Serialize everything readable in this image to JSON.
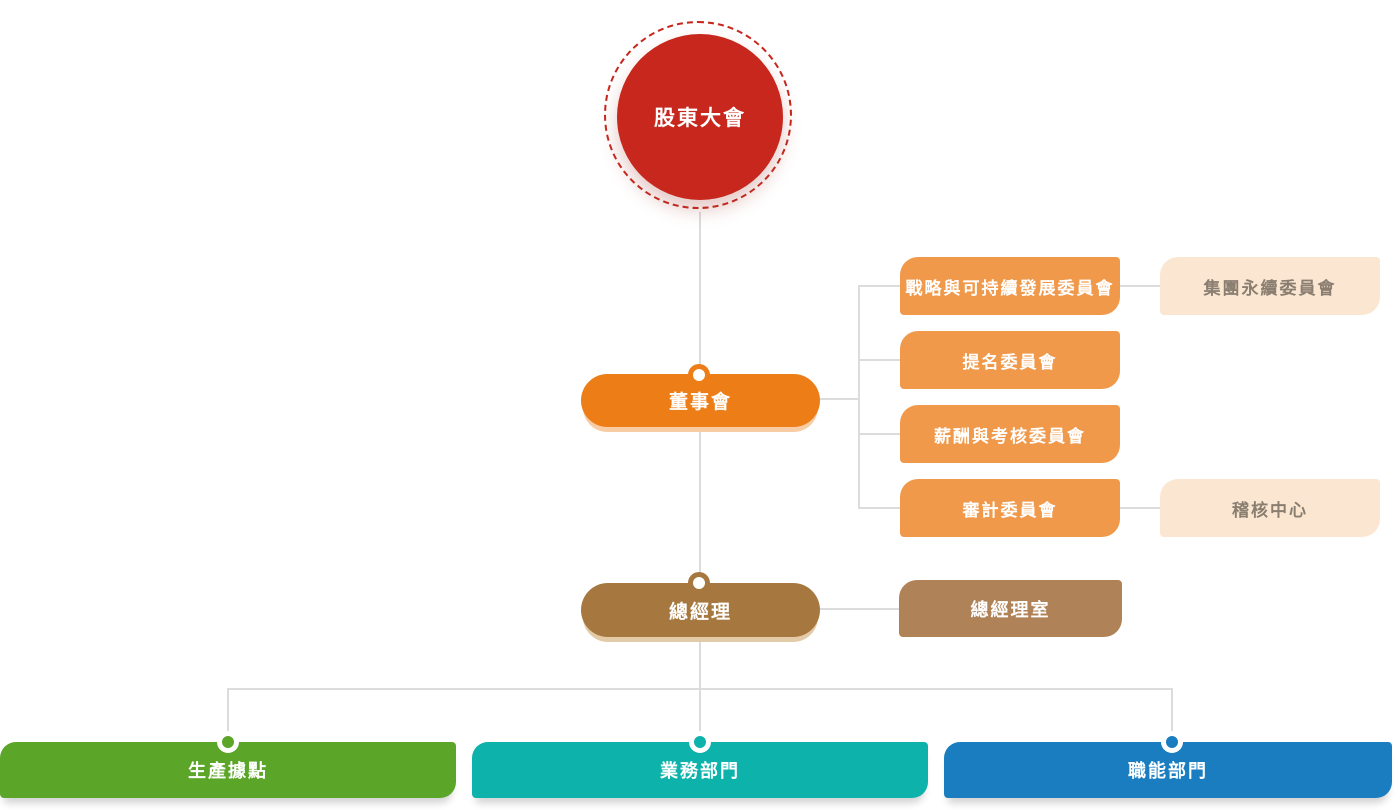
{
  "org": {
    "shareholders": "股東大會",
    "board": "董事會",
    "committees": [
      "戰略與可持續發展委員會",
      "提名委員會",
      "薪酬與考核委員會",
      "審計委員會"
    ],
    "board_sub_units": [
      "集團永續委員會",
      "稽核中心"
    ],
    "general_manager": "總經理",
    "gm_office": "總經理室",
    "departments": [
      "生產據點",
      "業務部門",
      "職能部門"
    ]
  },
  "colors": {
    "shareholders_red": "#c7271c",
    "board_orange": "#ed7d17",
    "committee_orange": "#f0994a",
    "sub_unit_peach": "#fbe7d1",
    "sub_unit_text": "#8a7e71",
    "gm_brown": "#a6783f",
    "gm_office_brown": "#b08257",
    "production_green": "#5ba629",
    "business_teal": "#0db2ab",
    "functional_blue": "#1a7dc0",
    "connector_gray": "#dcdcdc"
  }
}
